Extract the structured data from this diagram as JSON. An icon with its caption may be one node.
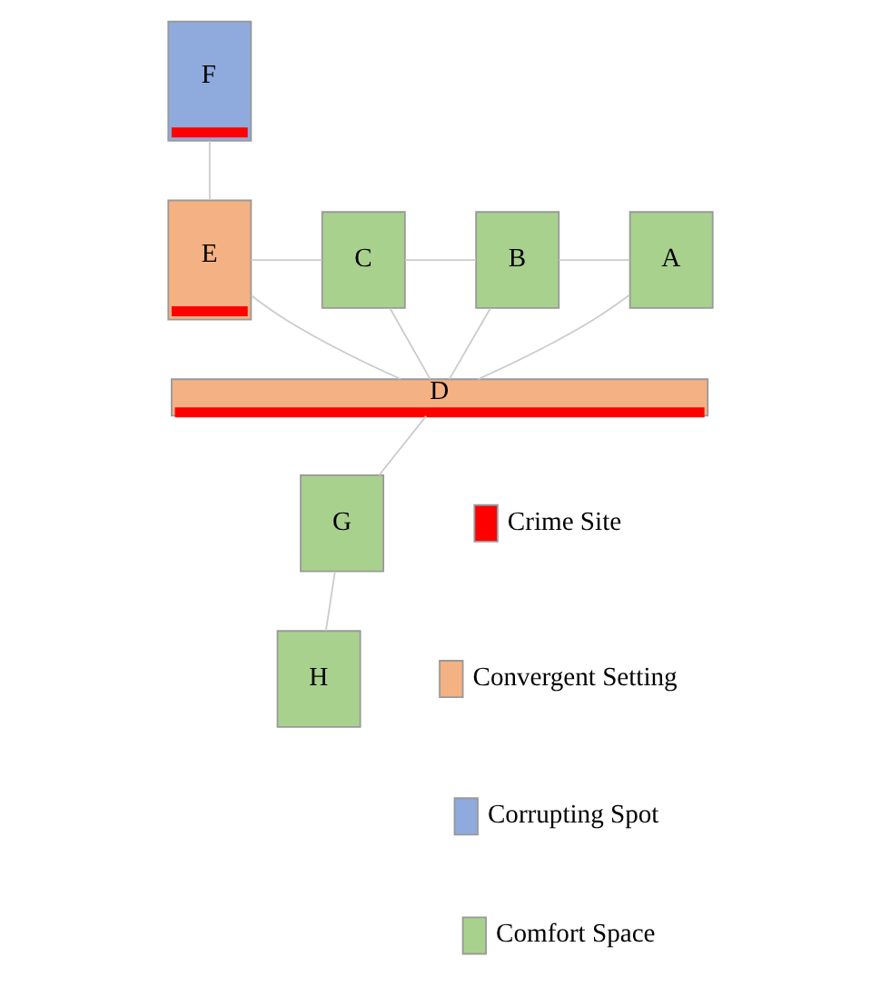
{
  "diagram": {
    "nodes": [
      {
        "text": [
          "F"
        ]
      },
      {
        "text": [
          "E"
        ]
      },
      {
        "text": [
          "C"
        ]
      },
      {
        "text": [
          "B"
        ]
      },
      {
        "text": [
          "A"
        ]
      },
      {
        "text": [
          "D"
        ]
      },
      {
        "text": [
          "G"
        ]
      },
      {
        "text": [
          "H"
        ]
      }
    ],
    "edges": [
      {
        "from": 0,
        "to": 1,
        "arrow": "none"
      },
      {
        "from": 1,
        "to": 2,
        "arrow": "none"
      },
      {
        "from": 2,
        "to": 3,
        "arrow": "none"
      },
      {
        "from": 3,
        "to": 4,
        "arrow": "none"
      },
      {
        "from": 1,
        "to": 5,
        "arrow": "none"
      },
      {
        "from": 2,
        "to": 5,
        "arrow": "none"
      },
      {
        "from": 3,
        "to": 5,
        "arrow": "none"
      },
      {
        "from": 4,
        "to": 5,
        "arrow": "none"
      },
      {
        "from": 5,
        "to": 6,
        "arrow": "none"
      },
      {
        "from": 6,
        "to": 7,
        "arrow": "none"
      }
    ],
    "legend": [
      {
        "text": "Crime Site",
        "color": "#ff0000"
      },
      {
        "text": "Convergent Setting",
        "color": "#f4b183"
      },
      {
        "text": "Corrupting Spot",
        "color": "#8faadc"
      },
      {
        "text": "Comfort Space",
        "color": "#a9d18e"
      }
    ]
  }
}
